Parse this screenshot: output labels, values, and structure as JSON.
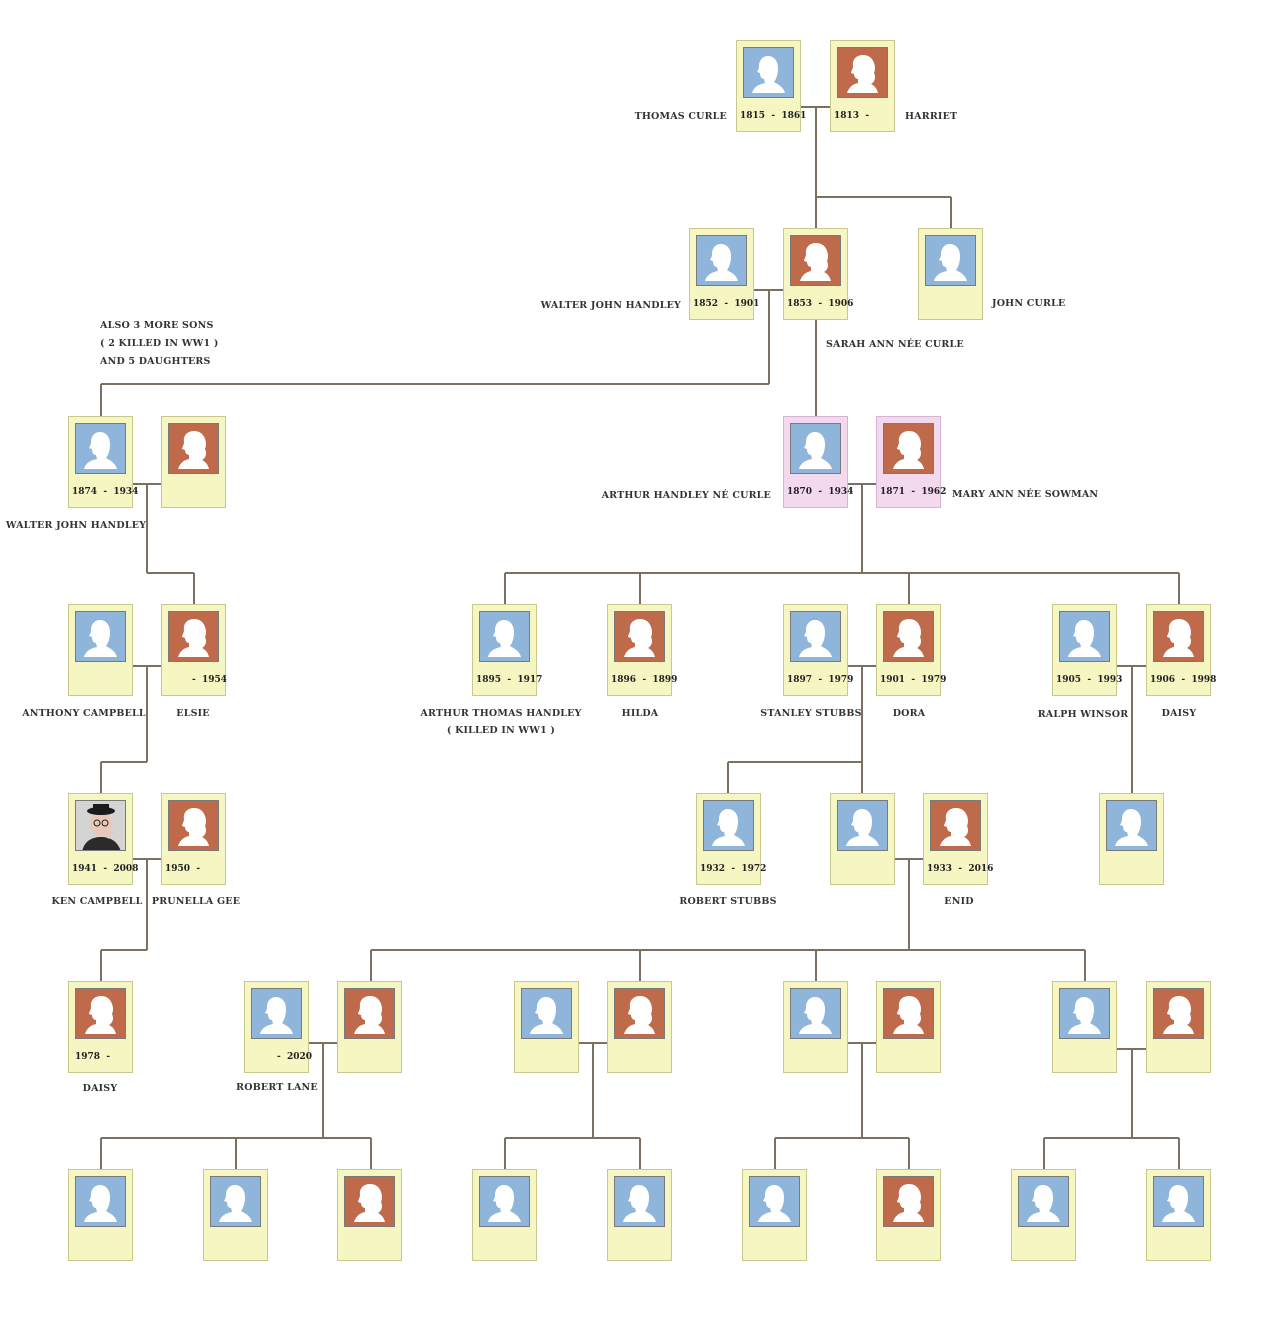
{
  "colors": {
    "line": "#7d7060",
    "card": "#f6f6c3",
    "card_highlight": "#f3d9ee",
    "male_portrait": "#8fb5da",
    "female_portrait": "#bf6a4b"
  },
  "people": [
    {
      "id": "thomas-curle",
      "sex": "male",
      "dates": "1815  -  1861",
      "name": "THOMAS CURLE",
      "label_side": "left"
    },
    {
      "id": "harriet",
      "sex": "female",
      "dates": "1813  -",
      "name": "HARRIET",
      "label_side": "right"
    },
    {
      "id": "walter-john-handley-sr",
      "sex": "male",
      "dates": "1852  -  1901",
      "name": "WALTER JOHN HANDLEY",
      "label_side": "left"
    },
    {
      "id": "sarah-ann",
      "sex": "female",
      "dates": "1853  -  1906",
      "name": "SARAH ANN NÉE CURLE",
      "label_side": "below-right"
    },
    {
      "id": "john-curle",
      "sex": "male",
      "dates": "",
      "name": "JOHN CURLE",
      "label_side": "right"
    },
    {
      "id": "walter-john-handley-jr",
      "sex": "male",
      "dates": "1874  -  1934",
      "name": "WALTER JOHN HANDLEY",
      "label_side": "below"
    },
    {
      "id": "walter-wife",
      "sex": "female",
      "dates": "",
      "name": "",
      "label_side": "none"
    },
    {
      "id": "arthur-handley",
      "sex": "male",
      "dates": "1870  -  1934",
      "name": "ARTHUR HANDLEY NÉ CURLE",
      "label_side": "left",
      "highlight": true
    },
    {
      "id": "mary-ann",
      "sex": "female",
      "dates": "1871  -  1962",
      "name": "MARY ANN NÉE SOWMAN",
      "label_side": "right",
      "highlight": true
    },
    {
      "id": "anthony-campbell",
      "sex": "male",
      "dates": "",
      "name": "ANTHONY CAMPBELL",
      "label_side": "below"
    },
    {
      "id": "elsie",
      "sex": "female",
      "dates": "-  1954",
      "name": "ELSIE",
      "label_side": "below"
    },
    {
      "id": "arthur-thomas",
      "sex": "male",
      "dates": "1895  -  1917",
      "name": "ARTHUR THOMAS HANDLEY",
      "note": "( KILLED IN WW1 )",
      "label_side": "below"
    },
    {
      "id": "hilda",
      "sex": "female",
      "dates": "1896  -  1899",
      "name": "HILDA",
      "label_side": "below"
    },
    {
      "id": "stanley-stubbs",
      "sex": "male",
      "dates": "1897  -  1979",
      "name": "STANLEY STUBBS",
      "label_side": "below"
    },
    {
      "id": "dora",
      "sex": "female",
      "dates": "1901  -  1979",
      "name": "DORA",
      "label_side": "below"
    },
    {
      "id": "ralph-winsor",
      "sex": "male",
      "dates": "1905  -  1993",
      "name": "RALPH WINSOR",
      "label_side": "below"
    },
    {
      "id": "daisy-1906",
      "sex": "female",
      "dates": "1906  -  1998",
      "name": "DAISY",
      "label_side": "below"
    },
    {
      "id": "ken-campbell",
      "sex": "photo",
      "dates": "1941  -  2008",
      "name": "KEN CAMPBELL",
      "label_side": "below"
    },
    {
      "id": "prunella-gee",
      "sex": "female",
      "dates": "1950  -",
      "name": "PRUNELLA GEE",
      "label_side": "below"
    },
    {
      "id": "robert-stubbs",
      "sex": "male",
      "dates": "1932  -  1972",
      "name": "ROBERT STUBBS",
      "label_side": "below"
    },
    {
      "id": "enid-husband",
      "sex": "male",
      "dates": "",
      "name": "",
      "label_side": "none"
    },
    {
      "id": "enid",
      "sex": "female",
      "dates": "1933  -  2016",
      "name": "ENID",
      "label_side": "below"
    },
    {
      "id": "winsor-son",
      "sex": "male",
      "dates": "",
      "name": "",
      "label_side": "none"
    },
    {
      "id": "daisy-1978",
      "sex": "female",
      "dates": "1978  -",
      "name": "DAISY",
      "label_side": "below"
    },
    {
      "id": "robert-lane",
      "sex": "male",
      "dates": "-  2020",
      "name": "ROBERT LANE",
      "label_side": "below"
    },
    {
      "id": "lane-wife",
      "sex": "female",
      "dates": "",
      "name": "",
      "label_side": "none"
    },
    {
      "id": "g5-m2",
      "sex": "male",
      "dates": "",
      "name": "",
      "label_side": "none"
    },
    {
      "id": "g5-f2",
      "sex": "female",
      "dates": "",
      "name": "",
      "label_side": "none"
    },
    {
      "id": "g5-m3",
      "sex": "male",
      "dates": "",
      "name": "",
      "label_side": "none"
    },
    {
      "id": "g5-f3",
      "sex": "female",
      "dates": "",
      "name": "",
      "label_side": "none"
    },
    {
      "id": "g5-m4",
      "sex": "male",
      "dates": "",
      "name": "",
      "label_side": "none"
    },
    {
      "id": "g5-f4",
      "sex": "female",
      "dates": "",
      "name": "",
      "label_side": "none"
    },
    {
      "id": "g6-1",
      "sex": "male",
      "dates": "",
      "name": "",
      "label_side": "none"
    },
    {
      "id": "g6-2",
      "sex": "male",
      "dates": "",
      "name": "",
      "label_side": "none"
    },
    {
      "id": "g6-3",
      "sex": "female",
      "dates": "",
      "name": "",
      "label_side": "none"
    },
    {
      "id": "g6-4",
      "sex": "male",
      "dates": "",
      "name": "",
      "label_side": "none"
    },
    {
      "id": "g6-5",
      "sex": "male",
      "dates": "",
      "name": "",
      "label_side": "none"
    },
    {
      "id": "g6-6",
      "sex": "male",
      "dates": "",
      "name": "",
      "label_side": "none"
    },
    {
      "id": "g6-7",
      "sex": "female",
      "dates": "",
      "name": "",
      "label_side": "none"
    },
    {
      "id": "g6-8",
      "sex": "male",
      "dates": "",
      "name": "",
      "label_side": "none"
    },
    {
      "id": "g6-9",
      "sex": "male",
      "dates": "",
      "name": "",
      "label_side": "none"
    }
  ],
  "annotation": [
    "ALSO  3  MORE SONS",
    "( 2 KILLED IN WW1 )",
    "AND  5  DAUGHTERS"
  ]
}
